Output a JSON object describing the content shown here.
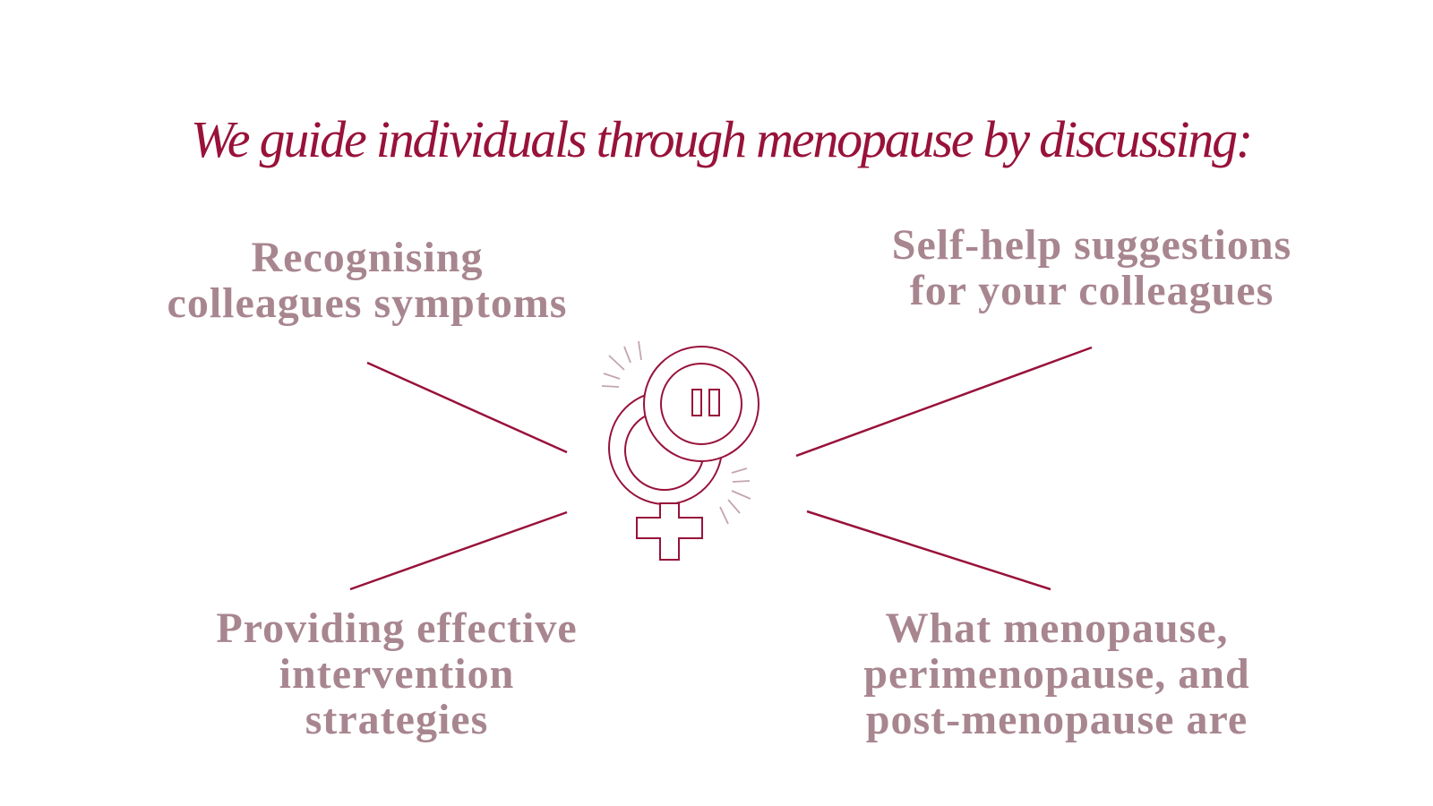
{
  "title": "We guide individuals through menopause by discussing:",
  "topics": {
    "top_left": [
      "Recognising",
      "colleagues symptoms"
    ],
    "top_right": [
      "Self-help suggestions",
      "for your colleagues"
    ],
    "bottom_left": [
      "Providing effective",
      "intervention",
      "strategies"
    ],
    "bottom_right": [
      "What menopause,",
      "perimenopause, and",
      "post-menopause are"
    ]
  },
  "icon": "female-symbol-pause-icon",
  "colors": {
    "accent": "#98123a",
    "text": "#a8868f",
    "rays": "#c4a5ae"
  }
}
